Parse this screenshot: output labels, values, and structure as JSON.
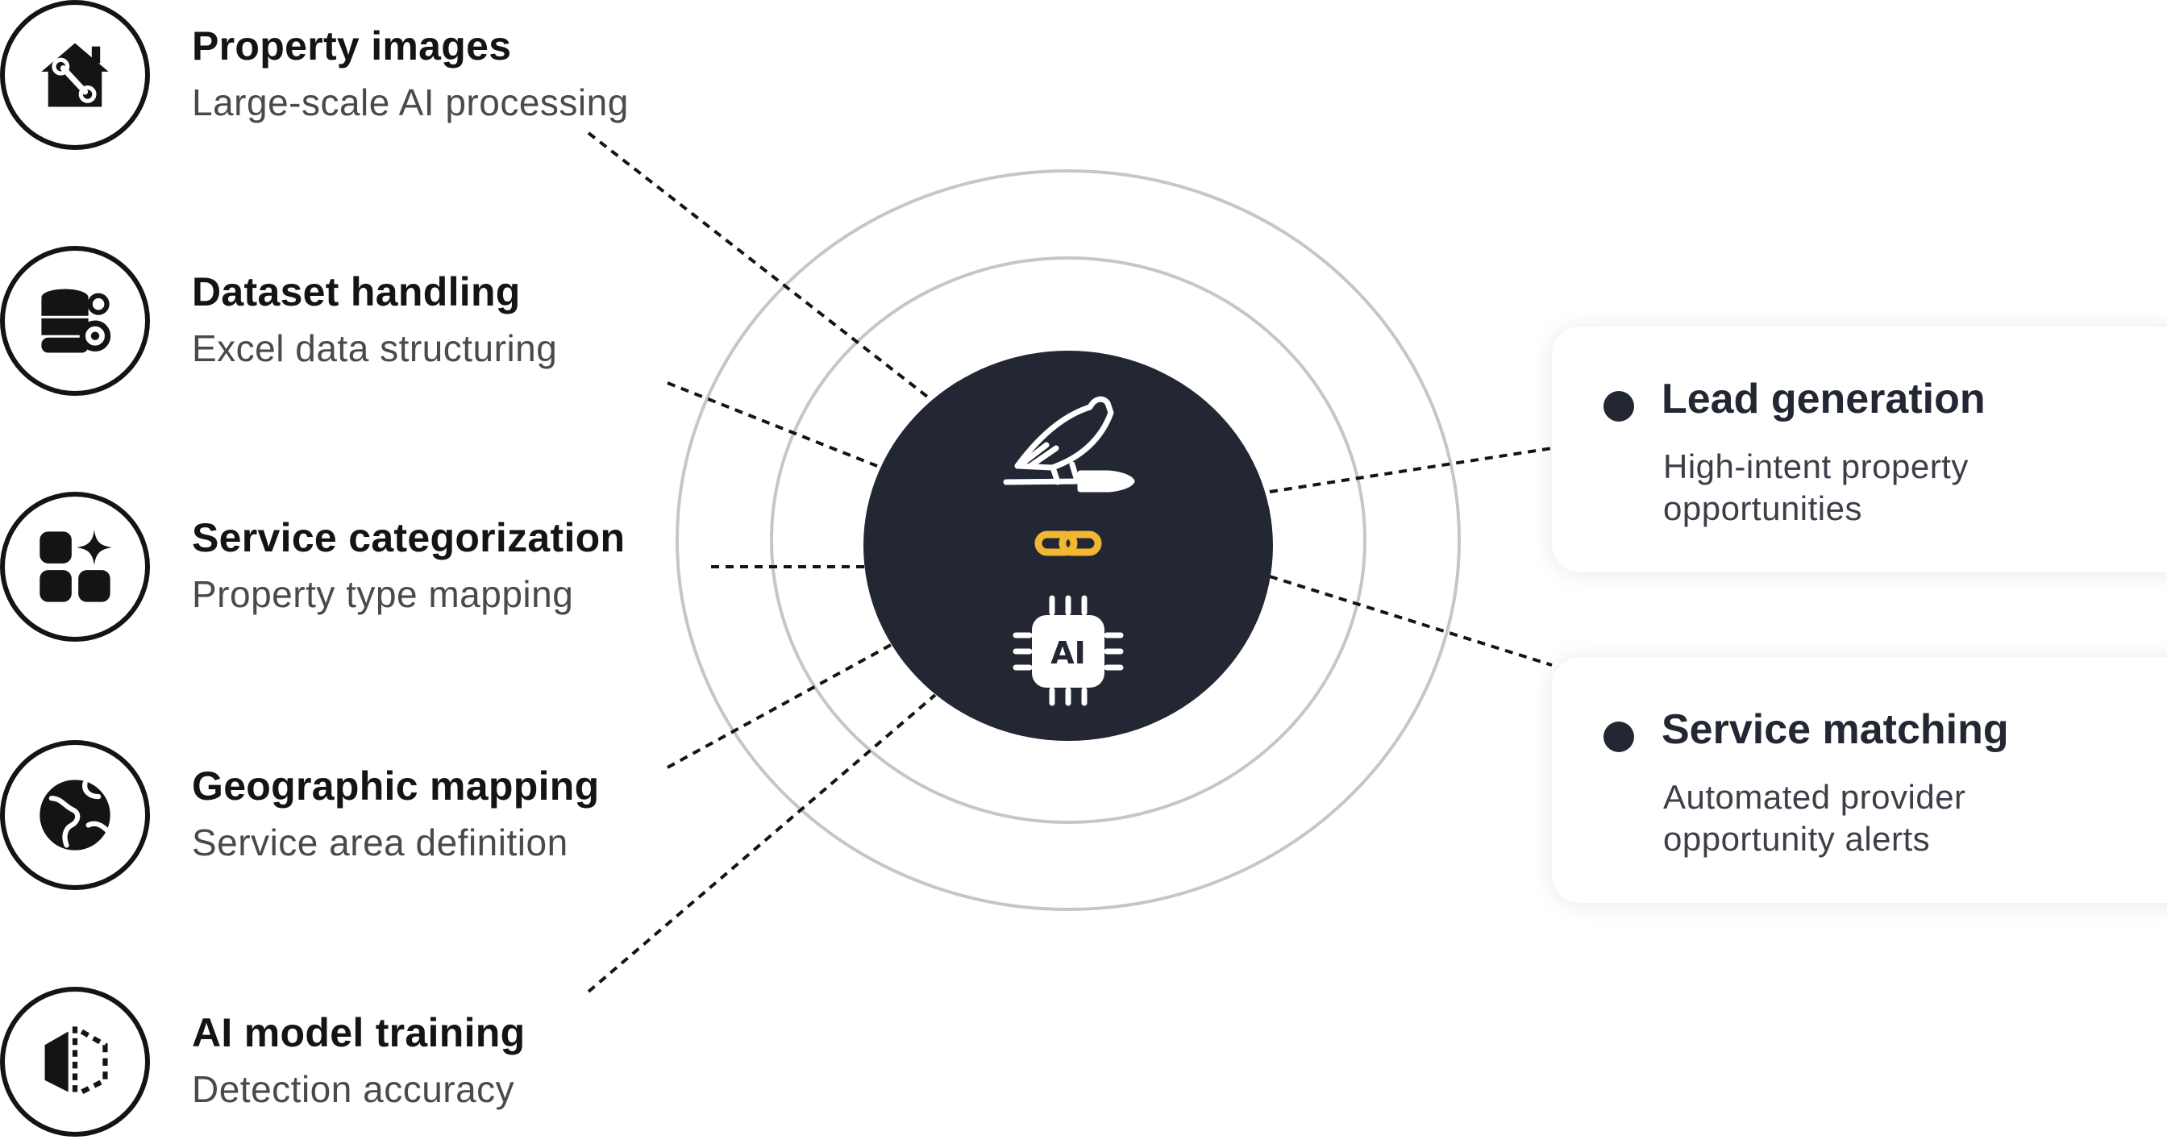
{
  "inputs": [
    {
      "title": "Property images",
      "subtitle": "Large-scale AI processing",
      "icon": "house-wrench-icon"
    },
    {
      "title": "Dataset handling",
      "subtitle": "Excel data structuring",
      "icon": "database-gears-icon"
    },
    {
      "title": "Service categorization",
      "subtitle": "Property type mapping",
      "icon": "categories-sparkle-icon"
    },
    {
      "title": "Geographic mapping",
      "subtitle": "Service area definition",
      "icon": "globe-icon"
    },
    {
      "title": "AI model training",
      "subtitle": "Detection accuracy",
      "icon": "mirror-shape-icon"
    }
  ],
  "hub": {
    "icons": [
      "bird-screwdriver-logo-icon",
      "link-icon",
      "ai-chip-icon"
    ],
    "colors": {
      "hub_fill": "#232733",
      "link": "#f2b632",
      "ring": "#c6c6c6"
    }
  },
  "outputs": [
    {
      "title": "Lead generation",
      "description": "High-intent property opportunities"
    },
    {
      "title": "Service matching",
      "description": "Automated provider opportunity alerts"
    }
  ]
}
